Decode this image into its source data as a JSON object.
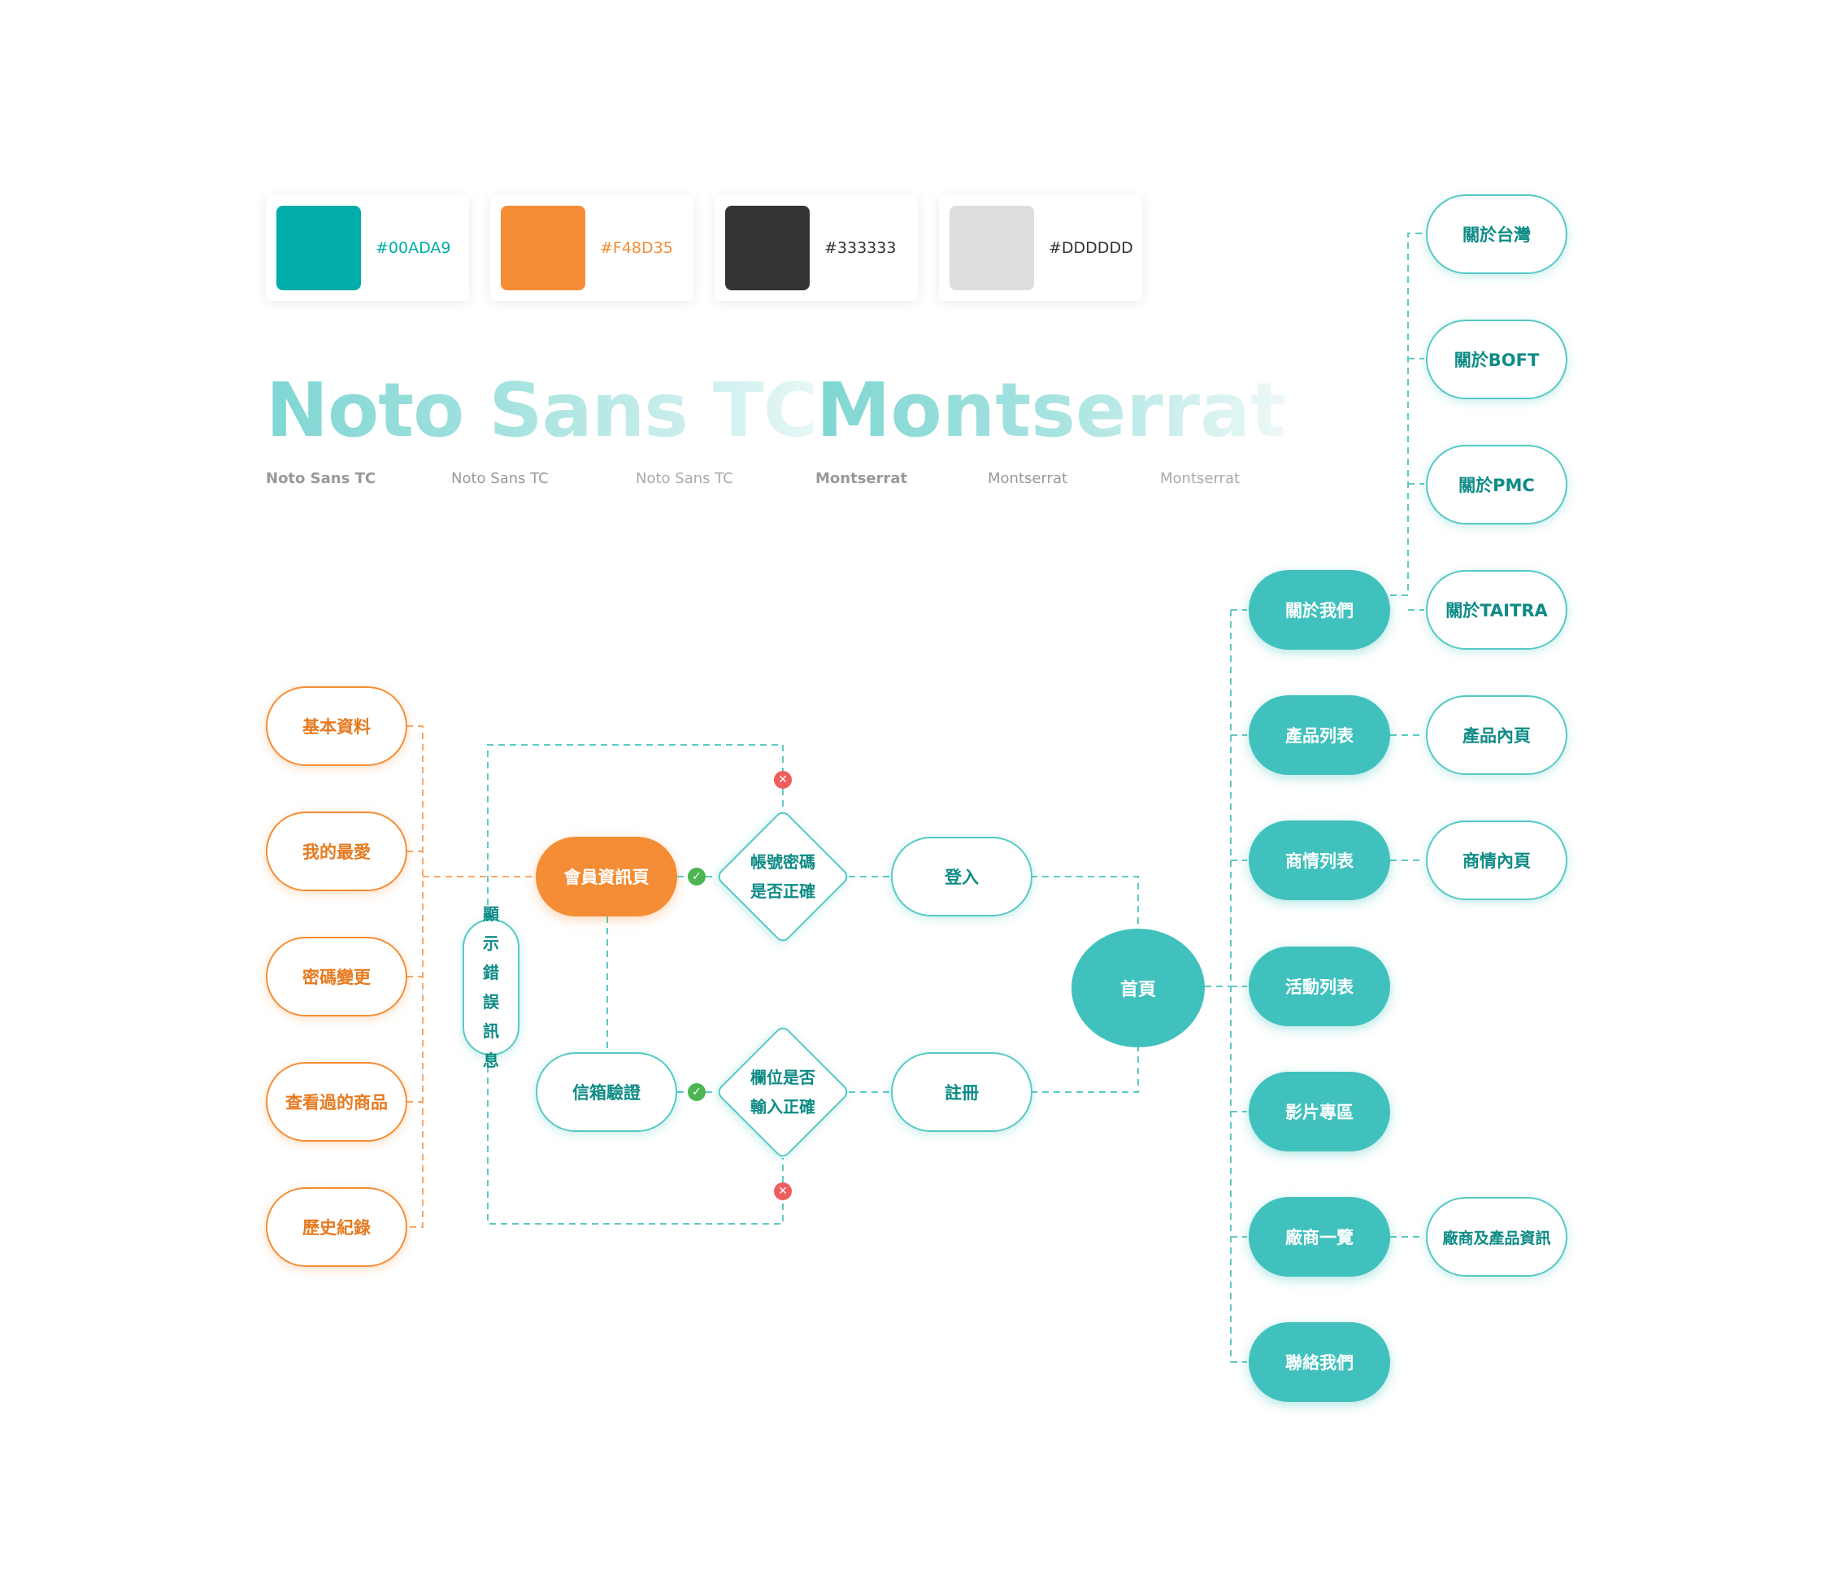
{
  "palette": {
    "teal": {
      "color": "#00ADA9",
      "label": "#00ADA9",
      "text_color": "#00ADA9"
    },
    "orange": {
      "color": "#F48D35",
      "label": "#F48D35",
      "text_color": "#F48D35"
    },
    "dark": {
      "color": "#333333",
      "label": "#333333",
      "text_color": "#333333"
    },
    "light": {
      "color": "#DDDDDD",
      "label": "#DDDDDD",
      "text_color": "#333333"
    }
  },
  "fonts": {
    "noto": {
      "title": "Noto Sans TC",
      "weights": [
        "Noto Sans TC",
        "Noto Sans TC",
        "Noto Sans TC"
      ]
    },
    "mont": {
      "title": "Montserrat",
      "weights": [
        "Montserrat",
        "Montserrat",
        "Montserrat"
      ]
    }
  },
  "member_menu": [
    "基本資料",
    "我的最愛",
    "密碼變更",
    "查看過的商品",
    "歷史紀錄"
  ],
  "flow": {
    "member_page": "會員資訊頁",
    "error_message": "顯示錯誤訊息",
    "email_verify": "信箱驗證",
    "check_account": [
      "帳號密碼",
      "是否正確"
    ],
    "check_fields": [
      "欄位是否",
      "輸入正確"
    ],
    "login": "登入",
    "register": "註冊",
    "home": "首頁",
    "ok_symbol": "✓",
    "err_symbol": "✕"
  },
  "main_menu": [
    "關於我們",
    "產品列表",
    "商情列表",
    "活動列表",
    "影片專區",
    "廠商一覽",
    "聯絡我們"
  ],
  "about_sub": [
    "關於台灣",
    "關於BOFT",
    "關於PMC",
    "關於TAITRA"
  ],
  "detail_pages": {
    "product": "產品內頁",
    "business": "商情內頁",
    "vendor": "廠商及產品資訊"
  }
}
